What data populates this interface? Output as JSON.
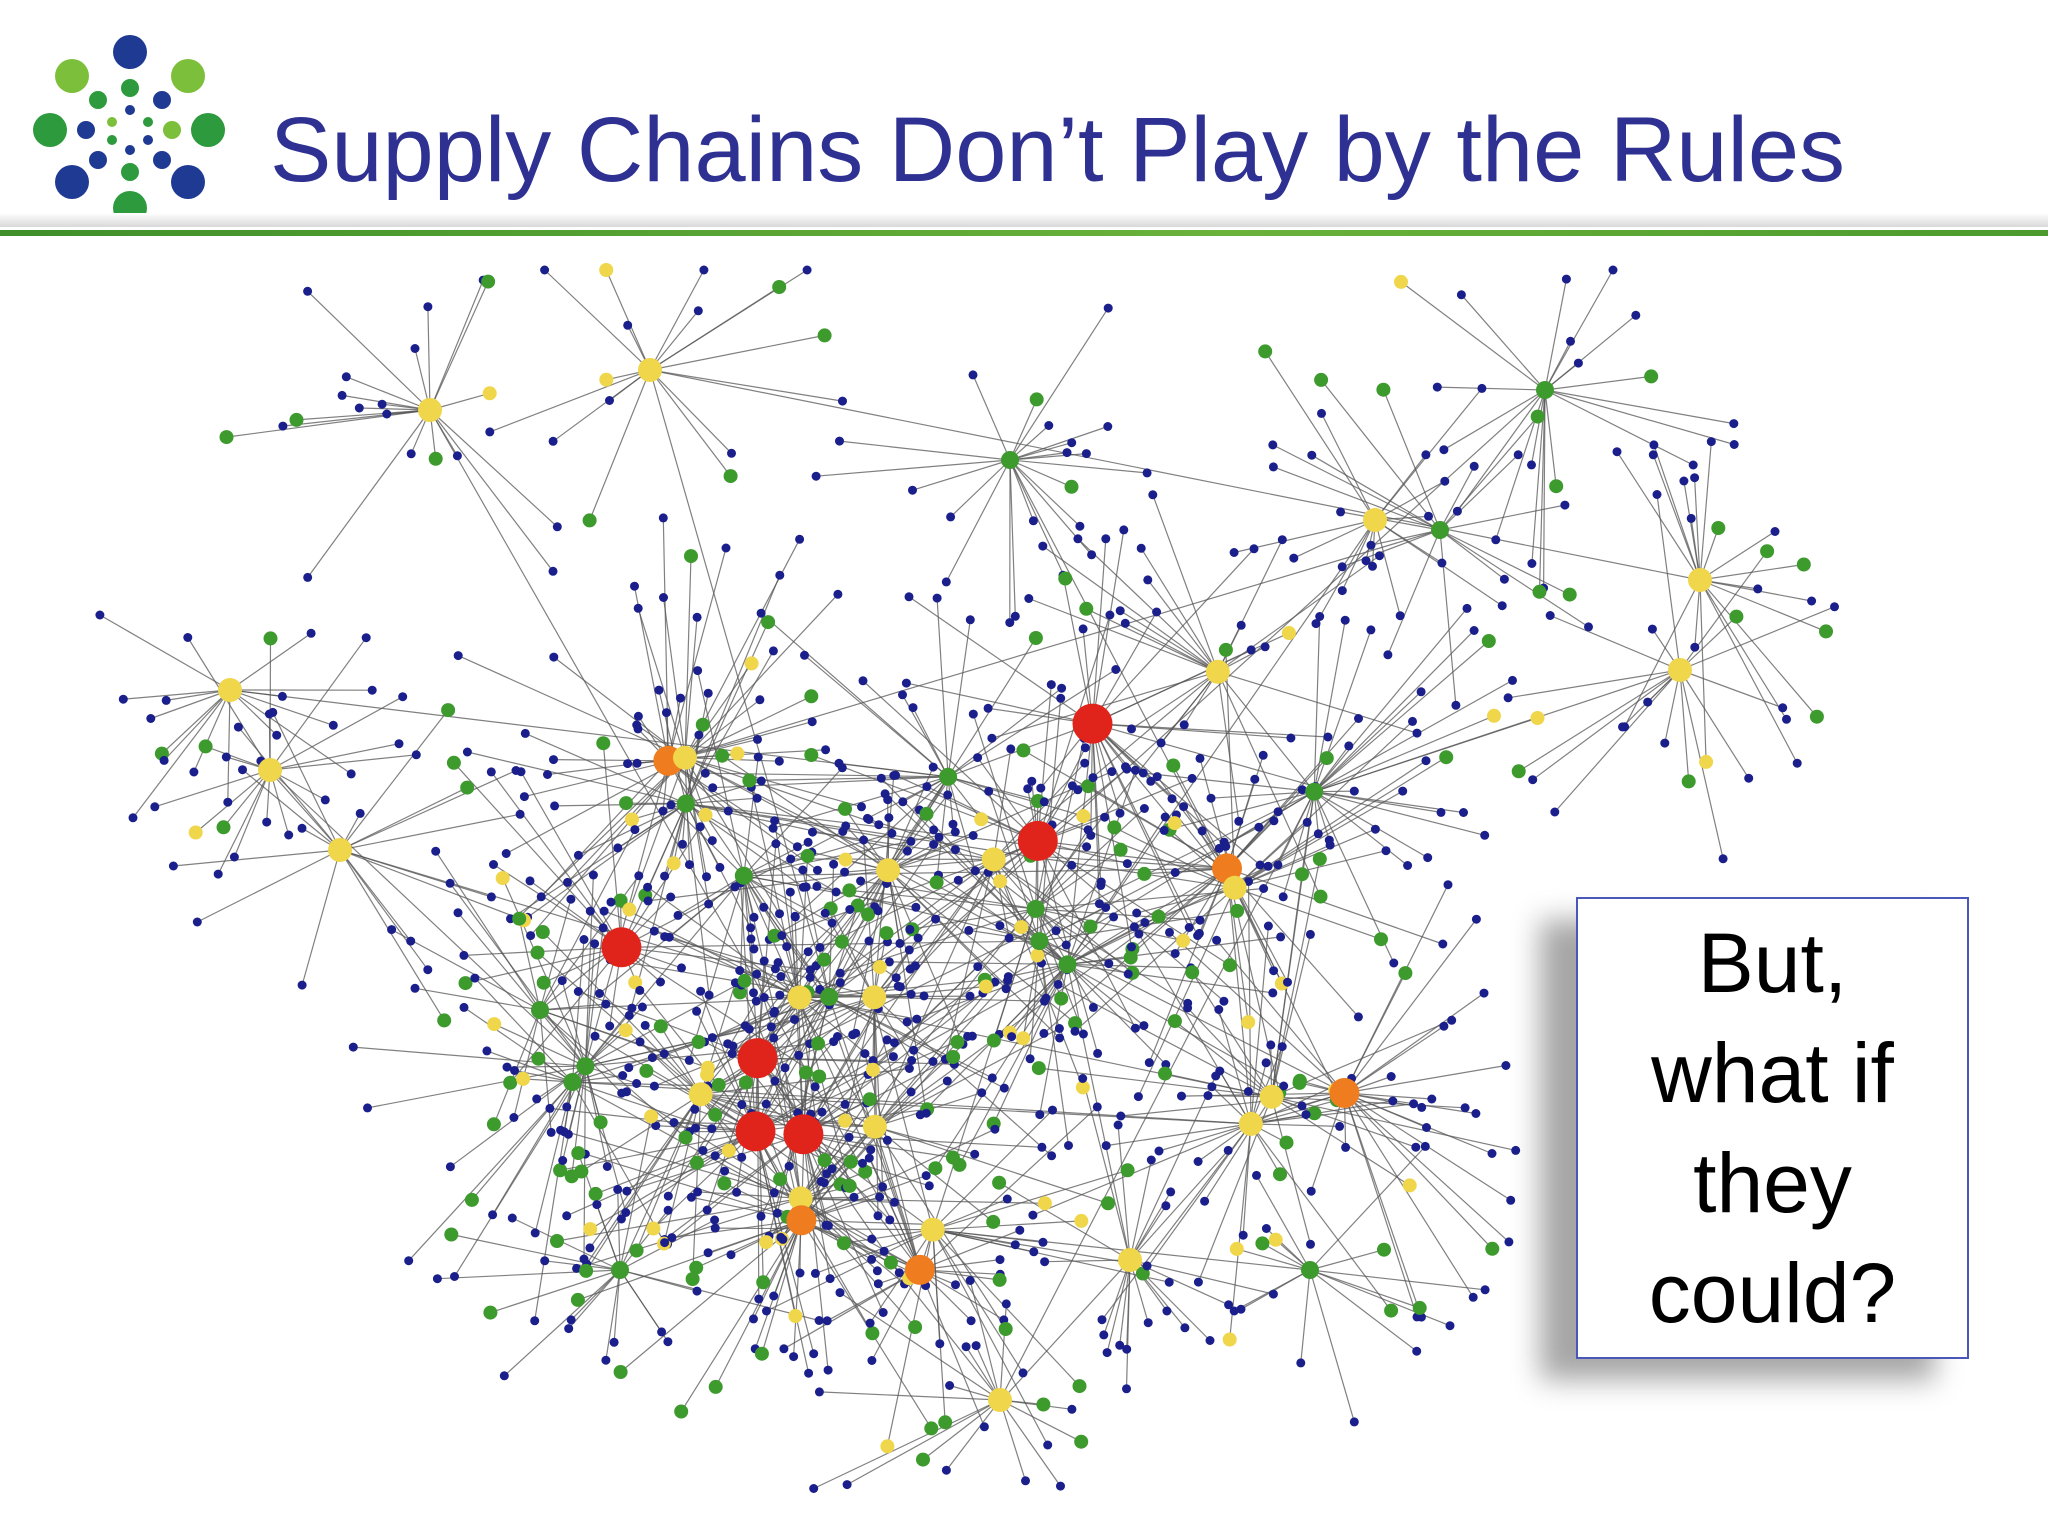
{
  "slide": {
    "title": "Supply Chains Don’t Play by the Rules",
    "callout_lines": [
      "But,",
      "what if",
      "they",
      "could?"
    ]
  },
  "logo": {
    "icon": "dot-burst-logo",
    "colors": [
      "#1f3a93",
      "#2e9a3e",
      "#7cbf3a"
    ]
  },
  "network": {
    "icon": "supply-chain-network-graph",
    "node_colors": {
      "leaf": "#1a1f8c",
      "tier": "#3d9a2d",
      "hub": "#f0d64a",
      "major_hub": "#ef7d1f",
      "critical_hub": "#e0241b"
    },
    "edge_color": "#555555"
  },
  "colors": {
    "title": "#2e3192",
    "accent_green": "#5aa532",
    "callout_border": "#4a56b8"
  }
}
